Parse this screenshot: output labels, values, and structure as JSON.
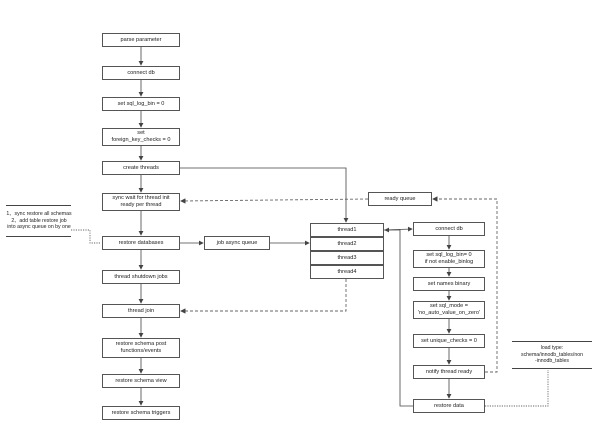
{
  "nodes": {
    "parse_parameter": "parse parameter",
    "connect_db_main": "connect db",
    "set_sql_log_bin_main": "set sql_log_bin = 0",
    "set_foreign_key_checks": "set\nforeign_key_checks = 0",
    "create_threads": "create threads",
    "sync_wait": "sync wait for thread init\nready per thread",
    "restore_databases": "restore databases",
    "thread_shutdown_jobs": "thread shutdown jobs",
    "thread_join": "thread join",
    "restore_schema_post": "restore schema post\nfunctions/events",
    "restore_schema_view": "restore schema view",
    "restore_schema_triggers": "restore schema triggers",
    "job_async_queue": "job async queue",
    "thread1": "thread1",
    "thread2": "thread2",
    "thread3": "thread3",
    "thread4": "thread4",
    "ready_queue": "ready queue",
    "connect_db_thread": "connect db",
    "set_sql_log_bin_thread": "set sql_log_bin= 0\nif not enable_binlog",
    "set_names_binary": "set names binary",
    "set_sql_mode": "set sql_mode =\n'no_auto_value_on_zero'",
    "set_unique_checks": "set unique_checks = 0",
    "notify_thread_ready": "notify thread ready",
    "restore_data": "restore data"
  },
  "notes": {
    "restore_note": "1、sync restore all schemas\n2、add table restore job\ninto async queue on by one",
    "load_type_note": "load type:\nschema/innodb_tables/non\n-innodb_tables"
  },
  "colors": {
    "line": "#444444",
    "dashed": "#666666",
    "box_border": "#555555"
  }
}
